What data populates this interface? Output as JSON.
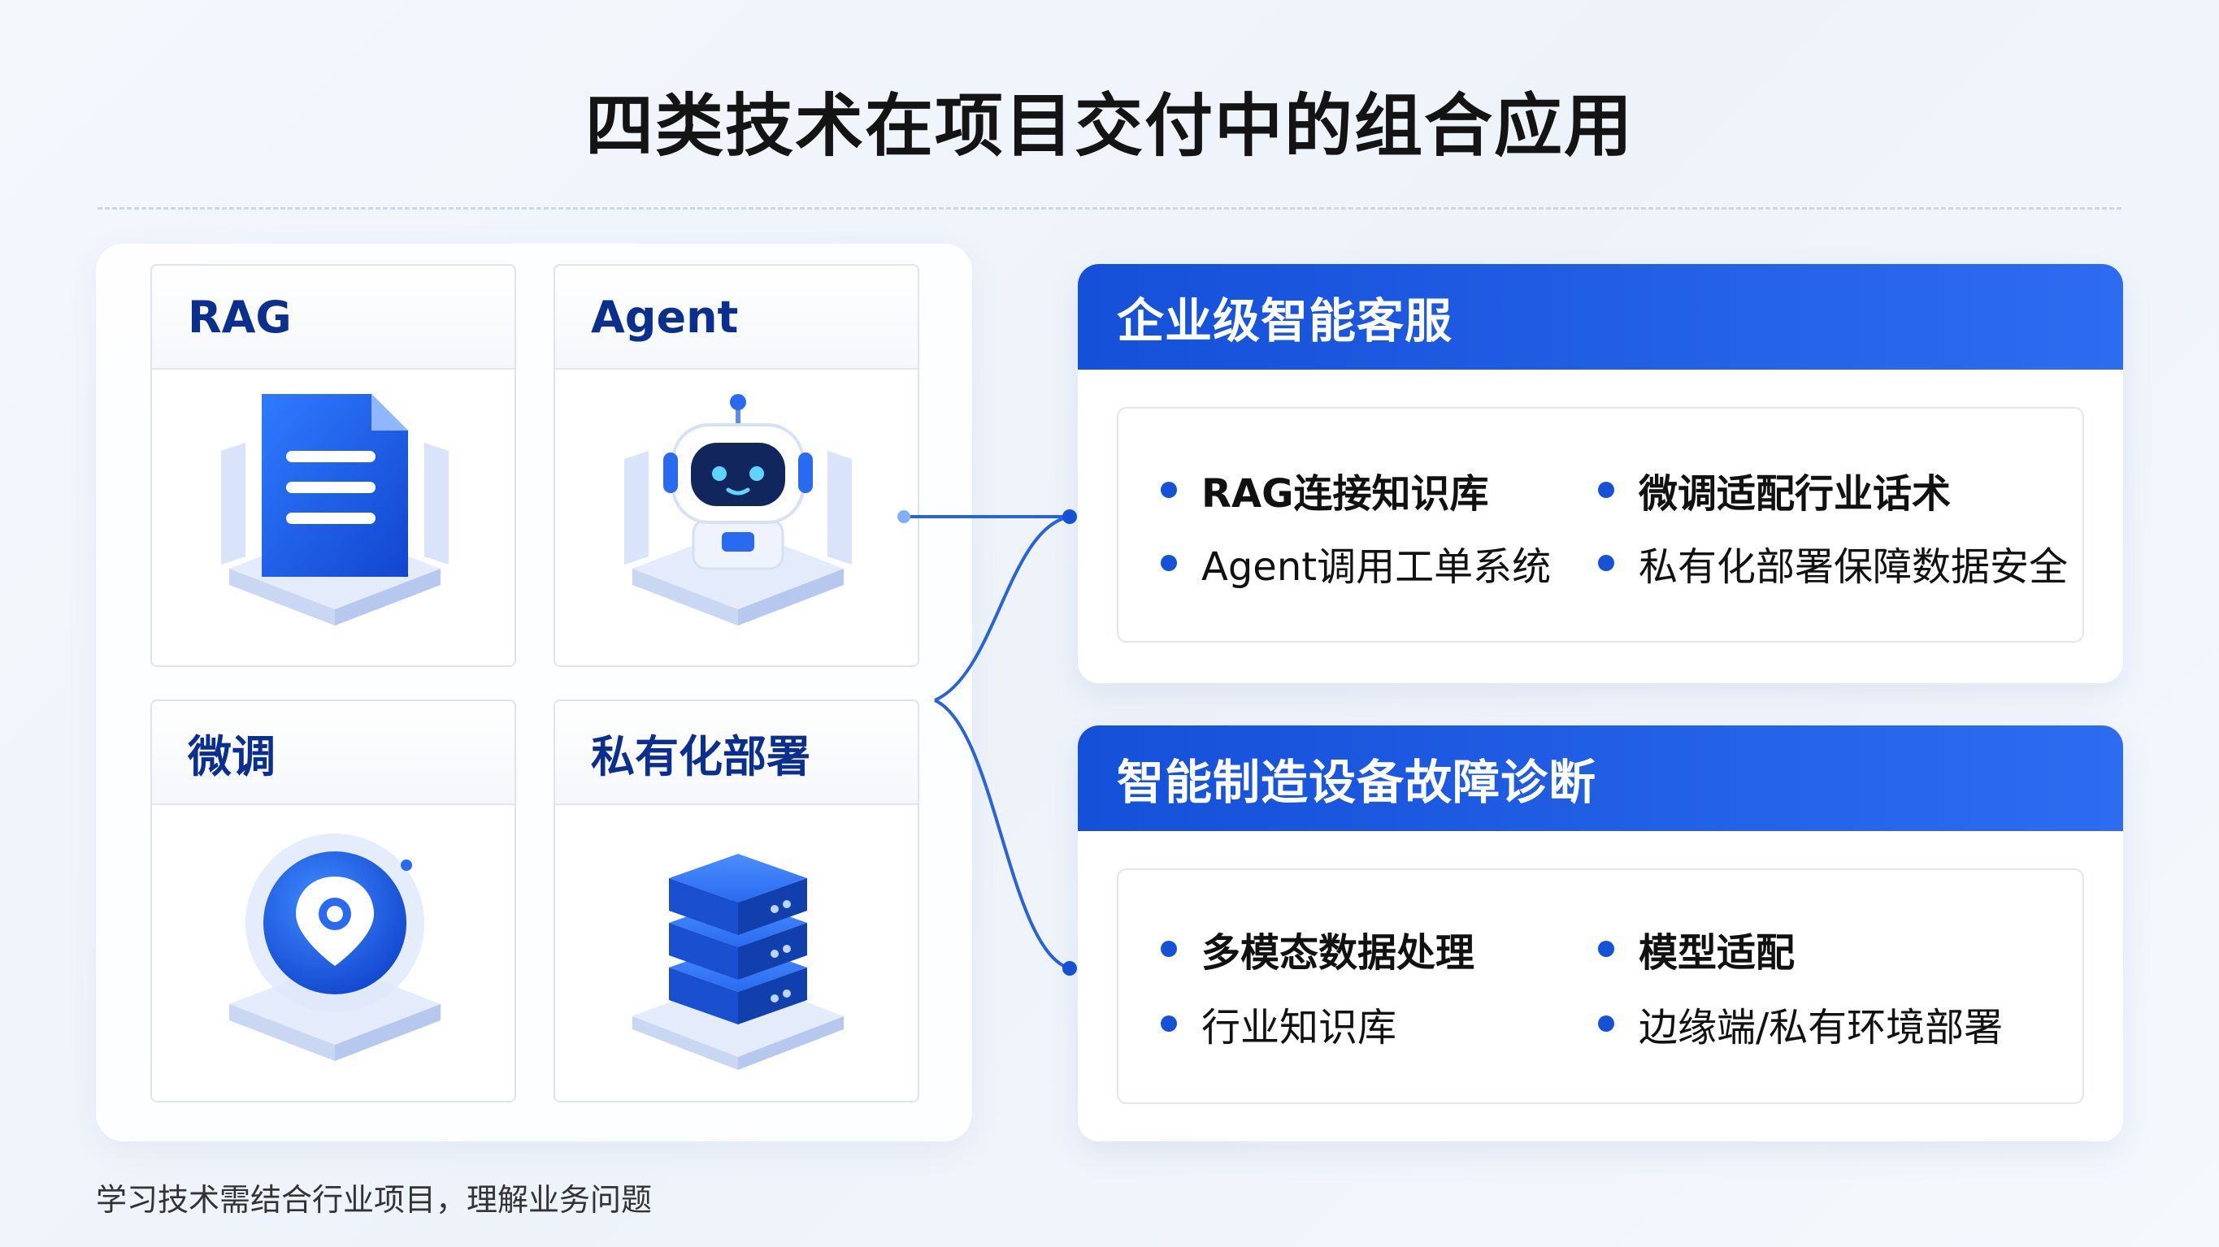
{
  "title": "四类技术在项目交付中的组合应用",
  "technologies": [
    {
      "label": "RAG",
      "icon": "document-icon"
    },
    {
      "label": "Agent",
      "icon": "robot-icon"
    },
    {
      "label": "微调",
      "icon": "location-pin-icon"
    },
    {
      "label": "私有化部署",
      "icon": "server-stack-icon"
    }
  ],
  "cases": [
    {
      "title": "企业级智能客服",
      "items": [
        {
          "text": "RAG连接知识库",
          "bold": true
        },
        {
          "text": "微调适配行业话术",
          "bold": true
        },
        {
          "text": "Agent调用工单系统",
          "bold": false
        },
        {
          "text": "私有化部署保障数据安全",
          "bold": false
        }
      ]
    },
    {
      "title": "智能制造设备故障诊断",
      "items": [
        {
          "text": "多模态数据处理",
          "bold": true
        },
        {
          "text": "模型适配",
          "bold": true
        },
        {
          "text": "行业知识库",
          "bold": false
        },
        {
          "text": "边缘端/私有环境部署",
          "bold": false
        }
      ]
    }
  ],
  "footer": "学习技术需结合行业项目，理解业务问题",
  "colors": {
    "accent": "#1552d6",
    "heading": "#0b2f8c"
  }
}
